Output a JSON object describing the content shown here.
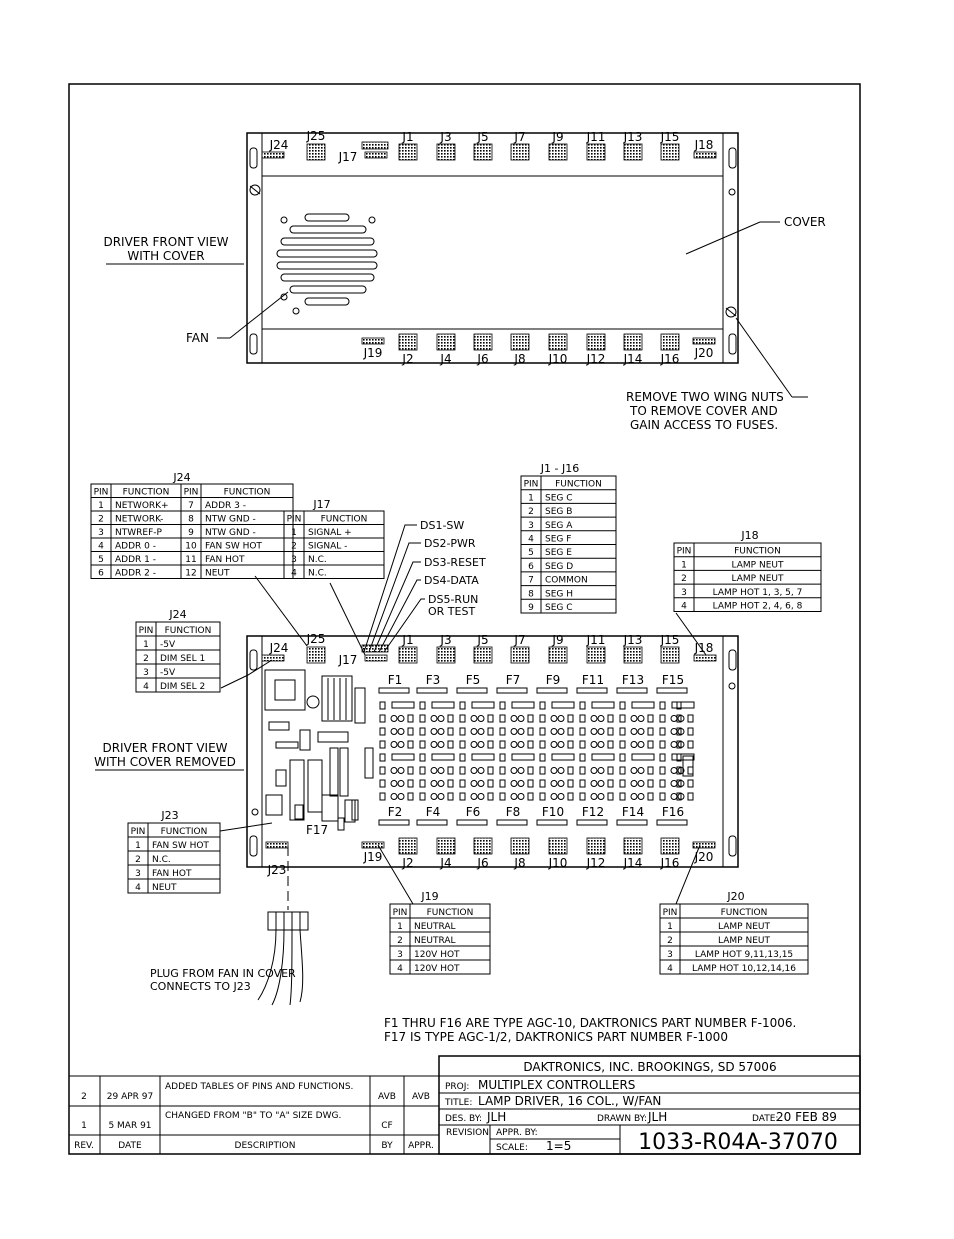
{
  "top_view": {
    "label": [
      "DRIVER FRONT VIEW",
      "WITH COVER"
    ],
    "top_connectors": [
      "J24",
      "J25",
      "J17",
      "J1",
      "J3",
      "J5",
      "J7",
      "J9",
      "J11",
      "J13",
      "J15",
      "J18"
    ],
    "bottom_connectors": [
      "J19",
      "J2",
      "J4",
      "J6",
      "J8",
      "J10",
      "J12",
      "J14",
      "J16",
      "J20"
    ],
    "cover_label": "COVER",
    "fan_label": "FAN",
    "wingnut_note": [
      "REMOVE TWO WING NUTS",
      "TO REMOVE COVER AND",
      "GAIN ACCESS TO FUSES."
    ]
  },
  "bottom_view": {
    "label": [
      "DRIVER FRONT VIEW",
      "WITH COVER REMOVED"
    ],
    "top_connectors": [
      "J24",
      "J25",
      "J17",
      "J1",
      "J3",
      "J5",
      "J7",
      "J9",
      "J11",
      "J13",
      "J15",
      "J18"
    ],
    "bottom_connectors": [
      "J23",
      "J19",
      "J2",
      "J4",
      "J6",
      "J8",
      "J10",
      "J12",
      "J14",
      "J16",
      "J20"
    ],
    "fuses_top": [
      "F1",
      "F3",
      "F5",
      "F7",
      "F9",
      "F11",
      "F13",
      "F15"
    ],
    "fuses_bottom": [
      "F2",
      "F4",
      "F6",
      "F8",
      "F10",
      "F12",
      "F14",
      "F16"
    ],
    "fuse_f17": "F17",
    "leds": [
      "DS1-SW",
      "DS2-PWR",
      "DS3-RESET",
      "DS4-DATA",
      "DS5-RUN",
      "OR TEST"
    ],
    "plug_note": [
      "PLUG FROM FAN IN COVER",
      "CONNECTS TO J23"
    ]
  },
  "tables": {
    "j24_main": {
      "title": "J24",
      "headers": [
        "PIN",
        "FUNCTION",
        "PIN",
        "FUNCTION"
      ],
      "rows": [
        [
          "1",
          "NETWORK+",
          "7",
          "ADDR 3 -"
        ],
        [
          "2",
          "NETWORK-",
          "8",
          "NTW GND -"
        ],
        [
          "3",
          "NTWREF-P",
          "9",
          "NTW GND -"
        ],
        [
          "4",
          "ADDR 0 -",
          "10",
          "FAN SW HOT"
        ],
        [
          "5",
          "ADDR 1 -",
          "11",
          "FAN HOT"
        ],
        [
          "6",
          "ADDR 2 -",
          "12",
          "NEUT"
        ]
      ]
    },
    "j17": {
      "title": "J17",
      "headers": [
        "PIN",
        "FUNCTION"
      ],
      "rows": [
        [
          "1",
          "SIGNAL +"
        ],
        [
          "2",
          "SIGNAL -"
        ],
        [
          "3",
          "N.C."
        ],
        [
          "4",
          "N.C."
        ]
      ]
    },
    "j1_j16": {
      "title": "J1 - J16",
      "headers": [
        "PIN",
        "FUNCTION"
      ],
      "rows": [
        [
          "1",
          "SEG C"
        ],
        [
          "2",
          "SEG B"
        ],
        [
          "3",
          "SEG A"
        ],
        [
          "4",
          "SEG F"
        ],
        [
          "5",
          "SEG E"
        ],
        [
          "6",
          "SEG D"
        ],
        [
          "7",
          "COMMON"
        ],
        [
          "8",
          "SEG H"
        ],
        [
          "9",
          "SEG C"
        ]
      ]
    },
    "j18": {
      "title": "J18",
      "headers": [
        "PIN",
        "FUNCTION"
      ],
      "rows": [
        [
          "1",
          "LAMP NEUT"
        ],
        [
          "2",
          "LAMP NEUT"
        ],
        [
          "3",
          "LAMP HOT 1, 3, 5, 7"
        ],
        [
          "4",
          "LAMP HOT 2, 4, 6, 8"
        ]
      ]
    },
    "j24_small": {
      "title": "J24",
      "headers": [
        "PIN",
        "FUNCTION"
      ],
      "rows": [
        [
          "1",
          "-5V"
        ],
        [
          "2",
          "DIM SEL 1"
        ],
        [
          "3",
          "-5V"
        ],
        [
          "4",
          "DIM SEL 2"
        ]
      ]
    },
    "j23": {
      "title": "J23",
      "headers": [
        "PIN",
        "FUNCTION"
      ],
      "rows": [
        [
          "1",
          "FAN SW HOT"
        ],
        [
          "2",
          "N.C."
        ],
        [
          "3",
          "FAN HOT"
        ],
        [
          "4",
          "NEUT"
        ]
      ]
    },
    "j19": {
      "title": "J19",
      "headers": [
        "PIN",
        "FUNCTION"
      ],
      "rows": [
        [
          "1",
          "NEUTRAL"
        ],
        [
          "2",
          "NEUTRAL"
        ],
        [
          "3",
          "120V HOT"
        ],
        [
          "4",
          "120V HOT"
        ]
      ]
    },
    "j20": {
      "title": "J20",
      "headers": [
        "PIN",
        "FUNCTION"
      ],
      "rows": [
        [
          "1",
          "LAMP NEUT"
        ],
        [
          "2",
          "LAMP NEUT"
        ],
        [
          "3",
          "LAMP HOT 9,11,13,15"
        ],
        [
          "4",
          "LAMP HOT 10,12,14,16"
        ]
      ]
    }
  },
  "fuse_notes": [
    "F1 THRU F16 ARE TYPE AGC-10, DAKTRONICS PART NUMBER F-1006.",
    "F17 IS TYPE AGC-1/2, DAKTRONICS PART NUMBER F-1000"
  ],
  "title_block": {
    "company": "DAKTRONICS, INC.   BROOKINGS, SD 57006",
    "proj_label": "PROJ:",
    "proj_value": "MULTIPLEX CONTROLLERS",
    "title_label": "TITLE:",
    "title_value": "LAMP DRIVER, 16 COL., W/FAN",
    "des_by_label": "DES. BY:",
    "des_by_value": "JLH",
    "drawn_by_label": "DRAWN BY:",
    "drawn_by_value": "JLH",
    "date_label": "DATE:",
    "date_value": "20 FEB 89",
    "revision_label": "REVISION",
    "appr_label": "APPR. BY:",
    "scale_label": "SCALE:",
    "scale_value": "1=5",
    "drawing_number": "1033-R04A-37070"
  },
  "revisions": {
    "headers": [
      "REV.",
      "DATE",
      "DESCRIPTION",
      "BY",
      "APPR."
    ],
    "rows": [
      [
        "2",
        "29 APR 97",
        "ADDED TABLES OF PINS AND FUNCTIONS.",
        "AVB",
        "AVB"
      ],
      [
        "1",
        "5 MAR 91",
        "CHANGED FROM \"B\" TO \"A\" SIZE DWG.",
        "CF",
        ""
      ]
    ]
  }
}
